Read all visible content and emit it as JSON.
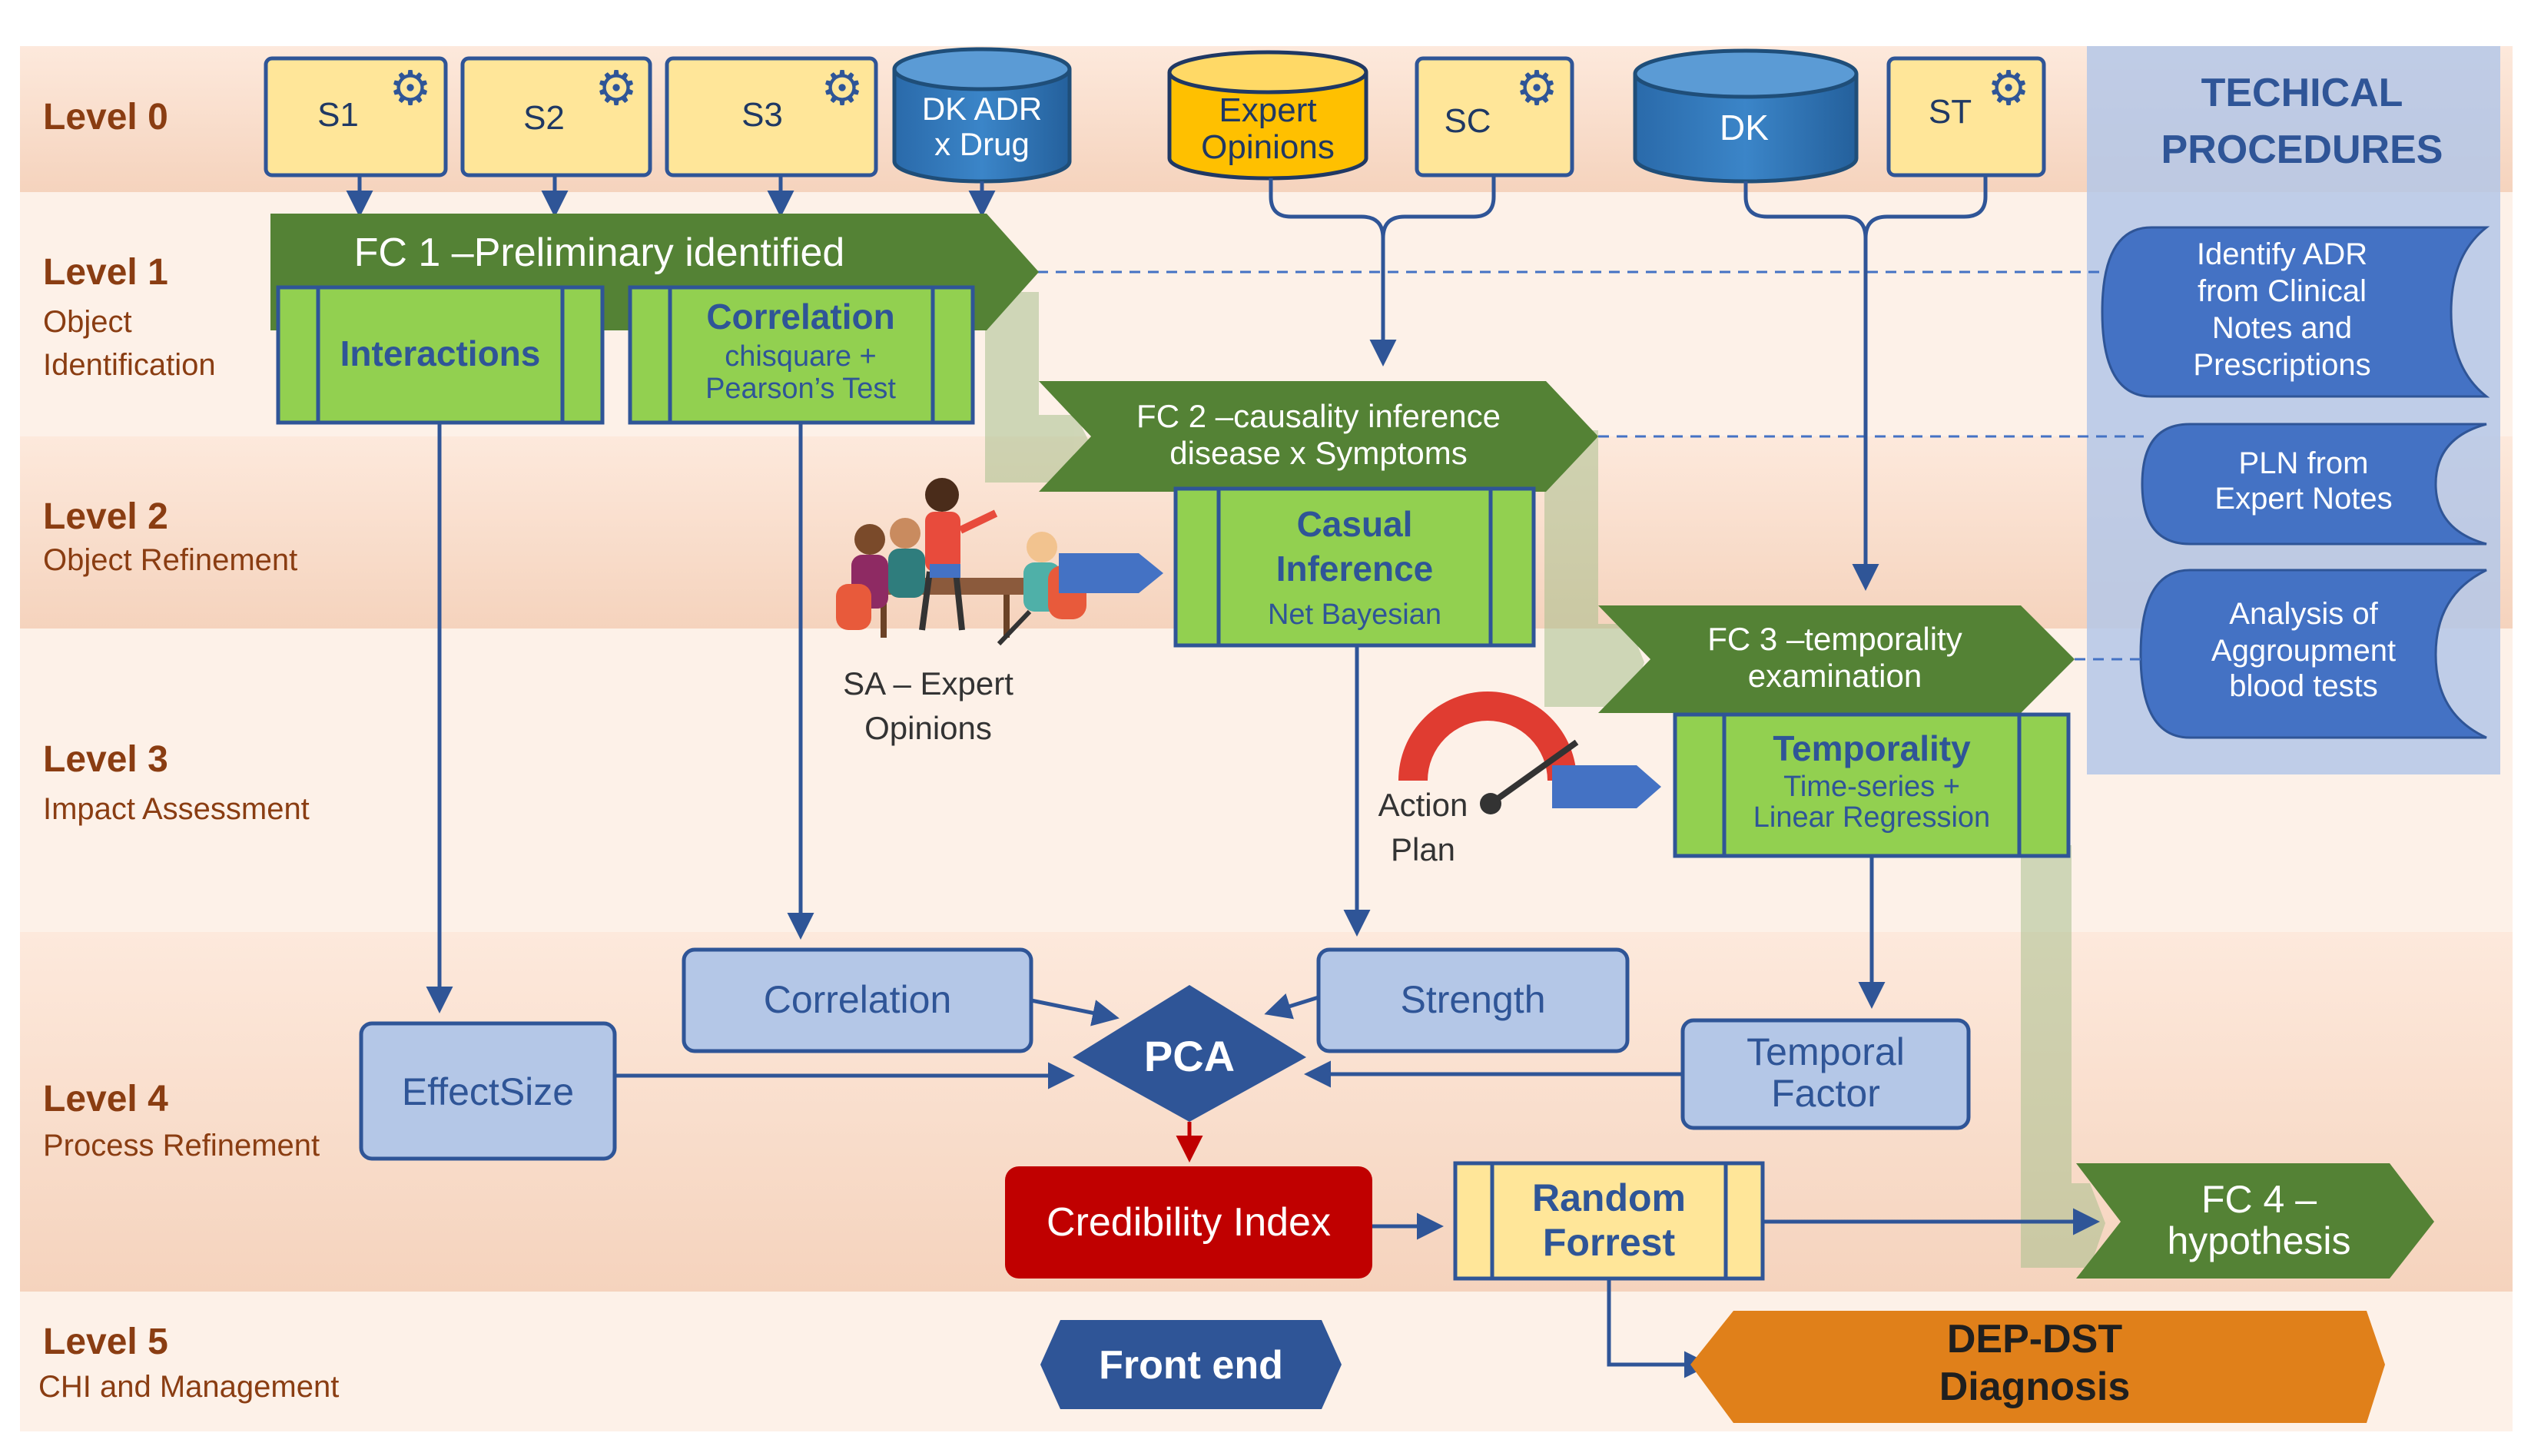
{
  "levels": [
    {
      "title": "Level 0",
      "subtitle": ""
    },
    {
      "title": "Level 1",
      "subtitle": "Object",
      "subtitle2": "Identification"
    },
    {
      "title": "Level 2",
      "subtitle": "Object Refinement"
    },
    {
      "title": "Level 3",
      "subtitle": "Impact Assessment"
    },
    {
      "title": "Level 4",
      "subtitle": "Process Refinement"
    },
    {
      "title": "Level 5",
      "subtitle": "CHI and Management"
    }
  ],
  "sources": {
    "s1": "S1",
    "s2": "S2",
    "s3": "S3",
    "dk_adr": [
      "DK ADR",
      "x Drug"
    ],
    "expert": [
      "Expert",
      "Opinions"
    ],
    "sc": "SC",
    "dk": "DK",
    "st": "ST"
  },
  "fc": {
    "fc1": "FC 1 –Preliminary identified",
    "fc2": [
      "FC 2 –causality inference",
      "disease x Symptoms"
    ],
    "fc3": [
      "FC 3 –temporality",
      "examination"
    ],
    "fc4": [
      "FC 4 –",
      "hypothesis"
    ]
  },
  "processes": {
    "interactions": "Interactions",
    "correlation": {
      "title": "Correlation",
      "sub": [
        "chisquare +",
        "Pearson’s Test"
      ]
    },
    "casual": {
      "title": [
        "Casual",
        "Inference"
      ],
      "sub": "Net Bayesian"
    },
    "temporality": {
      "title": "Temporality",
      "sub": [
        "Time-series +",
        "Linear Regression"
      ]
    },
    "random_forest": [
      "Random",
      "Forrest"
    ]
  },
  "factors": {
    "effect_size": "EffectSize",
    "correlation": "Correlation",
    "strength": "Strength",
    "temporal": [
      "Temporal",
      "Factor"
    ],
    "pca": "PCA",
    "credibility": "Credibility Index"
  },
  "outputs": {
    "front_end": "Front end",
    "dep_dst": [
      "DEP-DST",
      "Diagnosis"
    ]
  },
  "annotations": {
    "sa_expert": [
      "SA – Expert",
      "Opinions"
    ],
    "action_plan": [
      "Action",
      "Plan"
    ]
  },
  "technical": {
    "title": [
      "TECHICAL",
      "PROCEDURES"
    ],
    "items": [
      [
        "Identify ADR",
        "from Clinical",
        "Notes and",
        "Prescriptions"
      ],
      [
        "PLN from",
        "Expert Notes"
      ],
      [
        "Analysis of",
        "Aggroupment",
        "blood tests"
      ]
    ]
  },
  "colors": {
    "band": "#f7e0cf",
    "source_fill": "#ffe699",
    "db_blue": "#2e75b6",
    "expert_fill": "#ffc000",
    "fc_green": "#548235",
    "proc_green": "#92d050",
    "factor_blue": "#b4c7e7",
    "pca_navy": "#2f5597",
    "credibility_red": "#c00000",
    "dep_orange": "#e0801a",
    "line_blue": "#2f5597",
    "tech_panel": "#b4c7e7",
    "tech_scroll": "#4472c4"
  }
}
